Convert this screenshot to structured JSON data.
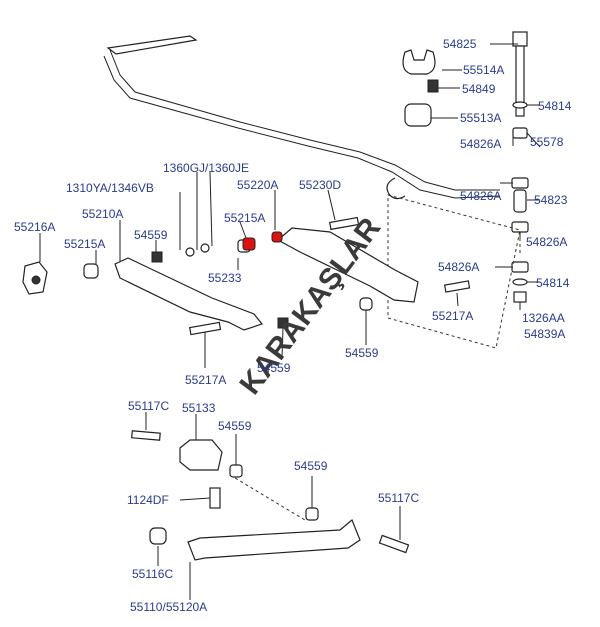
{
  "labels": [
    "54825",
    "55514A",
    "54849",
    "54814",
    "55513A",
    "54826A",
    "55578",
    "54826A",
    "54823",
    "54826A",
    "54826A",
    "54814",
    "1326AA",
    "54839A",
    "55217A",
    "54559",
    "1360GJ/1360JE",
    "55220A",
    "55230D",
    "1310YA/1346VB",
    "55215A",
    "55216A",
    "55210A",
    "55215A",
    "54559",
    "55233",
    "55217A",
    "54559",
    "55117C",
    "55133",
    "54559",
    "1124DF",
    "54559",
    "55117C",
    "55116C",
    "55110/55120A"
  ],
  "watermark": "KARAKAŞLAR",
  "colors": {
    "label": "#2a3b8f",
    "line": "#222222",
    "highlight": "#dd1111"
  }
}
